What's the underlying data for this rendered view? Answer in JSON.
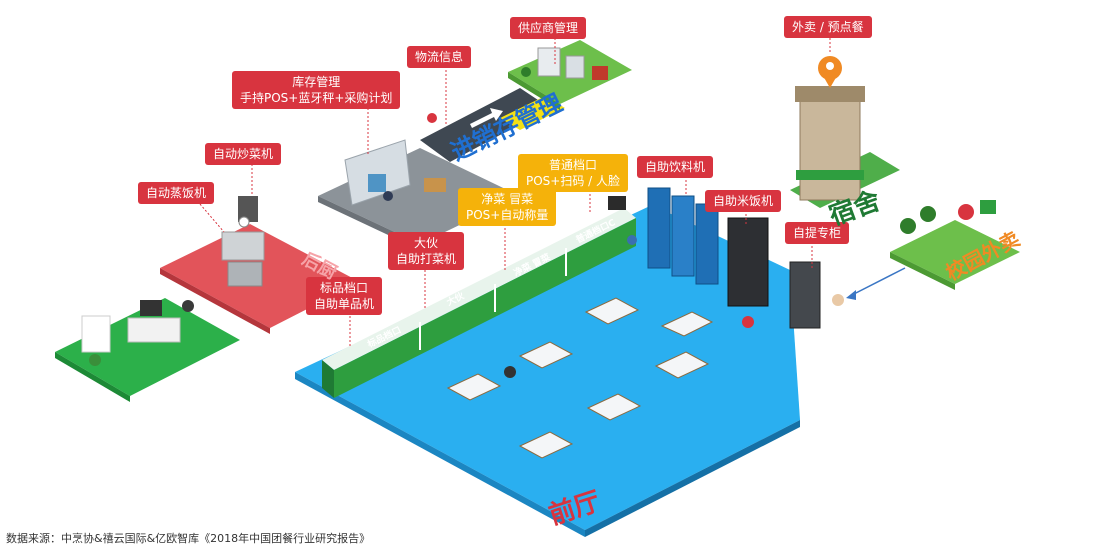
{
  "labels": {
    "supplier": "供应商管理",
    "logistics": "物流信息",
    "inventory_title": "库存管理",
    "inventory_detail": "手持POS+蓝牙秤+采购计划",
    "auto_stir_fry": "自动炒菜机",
    "auto_rice_steamer": "自动蒸饭机",
    "normal_stall_title": "普通档口",
    "normal_stall_detail": "POS+扫码 / 人脸",
    "clean_dish_title": "净菜 冒菜",
    "clean_dish_detail": "POS+自动称量",
    "drink_machine": "自助饮料机",
    "rice_machine": "自助米饭机",
    "pickup_locker": "自提专柜",
    "dispatch_title": "大伙",
    "dispatch_detail": "自助打菜机",
    "standard_stall_title": "标品档口",
    "standard_stall_detail": "自助单品机",
    "takeout_preorder": "外卖 / 预点餐"
  },
  "areas": {
    "purchase_sales_inventory": "进销存管理",
    "back_kitchen": "后厨",
    "dormitory": "宿舍",
    "campus_takeout": "校园外卖",
    "front_hall": "前厅"
  },
  "counter_signs": [
    "标品档口",
    "大伙",
    "净菜 冒菜",
    "普通档口C"
  ],
  "source": "数据来源：中烹协&禧云国际&亿欧智库《2018年中国团餐行业研究报告》",
  "colors": {
    "tag_red": "#d8343f",
    "tag_yellow": "#f5b20a",
    "floor_blue": "#2aaff0",
    "counter_green": "#2e9e3f",
    "kitchen_red": "#e2545a",
    "office_green": "#2cb04a"
  }
}
